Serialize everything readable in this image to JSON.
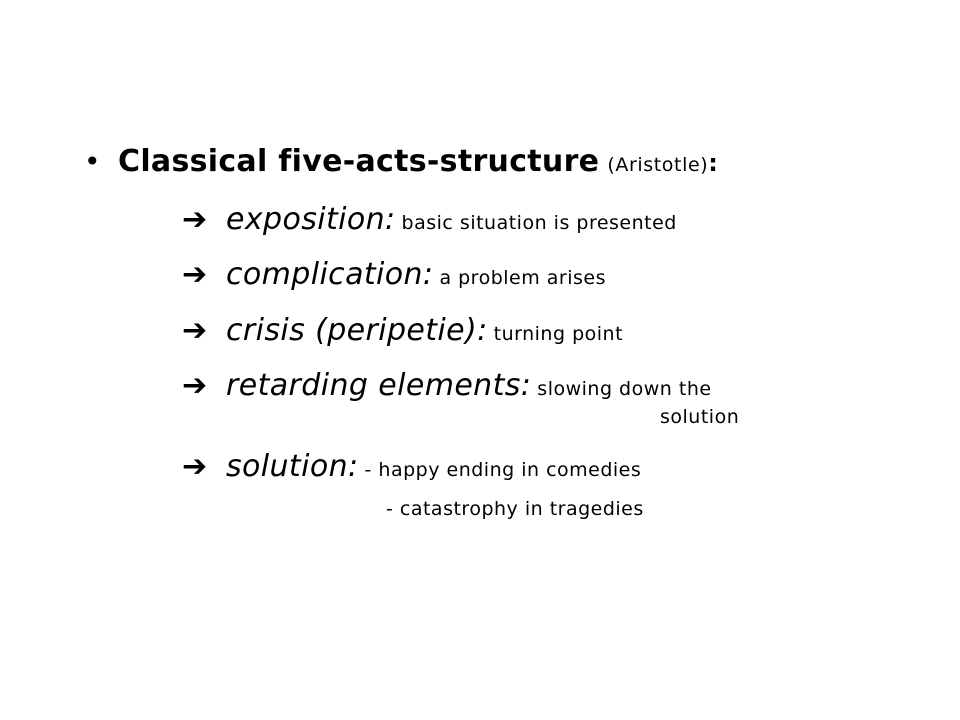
{
  "slide": {
    "heading": {
      "bullet": "•",
      "title": "Classical five-acts-structure",
      "aside": "(Aristotle)",
      "colon": ":"
    },
    "items": [
      {
        "arrow": "➔",
        "term": "exposition:",
        "desc": "basic situation is presented"
      },
      {
        "arrow": "➔",
        "term": "complication:",
        "desc": "a problem arises"
      },
      {
        "arrow": "➔",
        "term": "crisis (peripetie):",
        "desc": "turning point"
      },
      {
        "arrow": "➔",
        "term": "retarding elements:",
        "desc": "slowing down the",
        "desc_cont": "solution"
      },
      {
        "arrow": "➔",
        "term": "solution:",
        "desc": "- happy ending in comedies",
        "desc_cont": "- catastrophy in tragedies"
      }
    ]
  }
}
